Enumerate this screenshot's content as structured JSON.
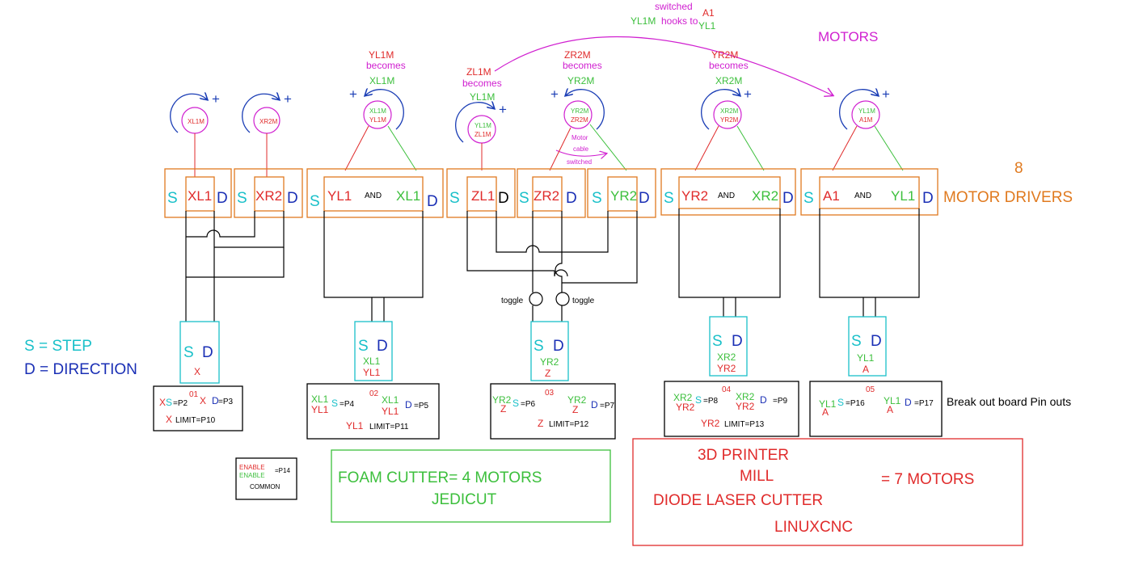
{
  "colors": {
    "step": "#19c0c9",
    "direction": "#1a2fb5",
    "red": "#e02b2b",
    "green": "#3cbf3c",
    "magenta": "#d020d0",
    "orange": "#e07a1f",
    "blue": "#1a3db5"
  },
  "headers": {
    "motors": "MOTORS",
    "drivers_count": "8",
    "drivers": "MOTOR DRIVERS"
  },
  "switched_note": {
    "line1": "switched",
    "line2_a": "YL1M",
    "line2_b": "hooks to",
    "line3_a": "A1",
    "line3_b": "YL1"
  },
  "motor_notes": {
    "yl1m": {
      "a": "YL1M",
      "b": "becomes",
      "c": "XL1M"
    },
    "zl1m": {
      "a": "ZL1M",
      "b": "becomes",
      "c": "YL1M"
    },
    "zr2m": {
      "a": "ZR2M",
      "b": "becomes",
      "c": "YR2M"
    },
    "yr2m": {
      "a": "YR2M",
      "b": "becomes",
      "c": "XR2M"
    },
    "cable": {
      "a": "Motor",
      "b": "cable",
      "c": "switched"
    }
  },
  "motors": {
    "m1": {
      "l1": "XL1M"
    },
    "m2": {
      "l1": "XR2M"
    },
    "m3": {
      "l1": "XL1M",
      "l2": "YL1M"
    },
    "m4": {
      "l1": "YL1M",
      "l2": "ZL1M"
    },
    "m5": {
      "l1": "YR2M",
      "l2": "ZR2M"
    },
    "m6": {
      "l1": "XR2M",
      "l2": "YR2M"
    },
    "m7": {
      "l1": "YL1M",
      "l2": "A1M"
    }
  },
  "driver_labels": {
    "s": "S",
    "d": "D",
    "and": "AND",
    "xl1": "XL1",
    "xr2": "XR2",
    "yl1": "YL1",
    "zl1": "ZL1",
    "zr2": "ZR2",
    "yr2": "YR2",
    "a1": "A1"
  },
  "toggles": {
    "left": "toggle",
    "right": "toggle"
  },
  "legend": {
    "step": "S = STEP",
    "direction": "D = DIRECTION"
  },
  "connectors": {
    "c1": {
      "s": "S",
      "d": "D",
      "l1": "X"
    },
    "c2": {
      "s": "S",
      "d": "D",
      "l1": "XL1",
      "l2": "YL1"
    },
    "c3": {
      "s": "S",
      "d": "D",
      "l1": "YR2",
      "l2": "Z"
    },
    "c4": {
      "s": "S",
      "d": "D",
      "l1": "XR2",
      "l2": "YR2"
    },
    "c5": {
      "s": "S",
      "d": "D",
      "l1": "YL1",
      "l2": "A"
    }
  },
  "pins": {
    "p01": {
      "num": "01",
      "x1": "X",
      "s": "S",
      "p2": "=P2",
      "x2": "X",
      "d": "D",
      "p3": "=P3",
      "lx": "X",
      "limit": "LIMIT=P10"
    },
    "p02": {
      "num": "02",
      "a1": "XL1",
      "a2": "YL1",
      "s": "S",
      "p4": "=P4",
      "b1": "XL1",
      "b2": "YL1",
      "d": "D",
      "p5": "=P5",
      "ly": "YL1",
      "limit": "LIMIT=P11"
    },
    "p03": {
      "num": "03",
      "a1": "YR2",
      "a2": "Z",
      "s": "S",
      "p6": "=P6",
      "b1": "YR2",
      "b2": "Z",
      "d": "D",
      "p7": "=P7",
      "lz": "Z",
      "limit": "LIMIT=P12"
    },
    "p04": {
      "num": "04",
      "a1": "XR2",
      "a2": "YR2",
      "s": "S",
      "p8": "=P8",
      "b1": "XR2",
      "b2": "YR2",
      "d": "D",
      "p9": "=P9",
      "ly": "YR2",
      "limit": "LIMIT=P13"
    },
    "p05": {
      "num": "05",
      "a1": "YL1",
      "a2": "A",
      "s": "S",
      "p16": "=P16",
      "b1": "YL1",
      "b2": "A",
      "d": "D",
      "p17": "=P17"
    }
  },
  "breakout_label": "Break out board Pin outs",
  "enable_box": {
    "e1": "ENABLE",
    "e2": "ENABLE",
    "p14": "=P14",
    "common": "COMMON"
  },
  "foam": {
    "line1": "FOAM CUTTER= 4 MOTORS",
    "line2": "JEDICUT"
  },
  "printer": {
    "l1": "3D PRINTER",
    "l2": "MILL",
    "l3": "DIODE LASER CUTTER",
    "l4": "LINUXCNC",
    "count": "= 7 MOTORS"
  }
}
